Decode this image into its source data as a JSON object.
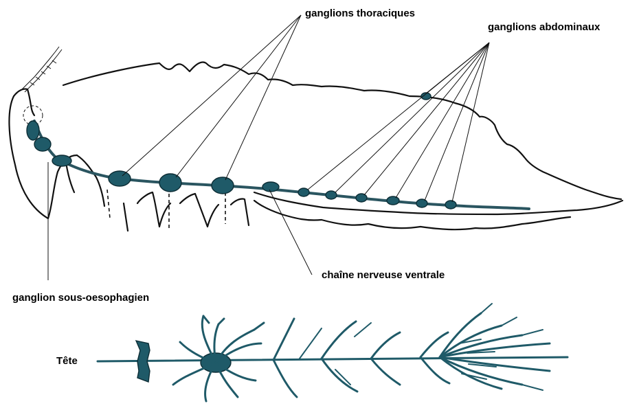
{
  "labels": {
    "thoracic": "ganglions thoraciques",
    "abdominal": "ganglions abdominaux",
    "ventral_chain": "chaîne nerveuse ventrale",
    "suboesophageal": "ganglion sous-oesophagien",
    "head": "Tête"
  },
  "colors": {
    "nerve_tissue": "#1f5a68",
    "outline": "#111111"
  }
}
